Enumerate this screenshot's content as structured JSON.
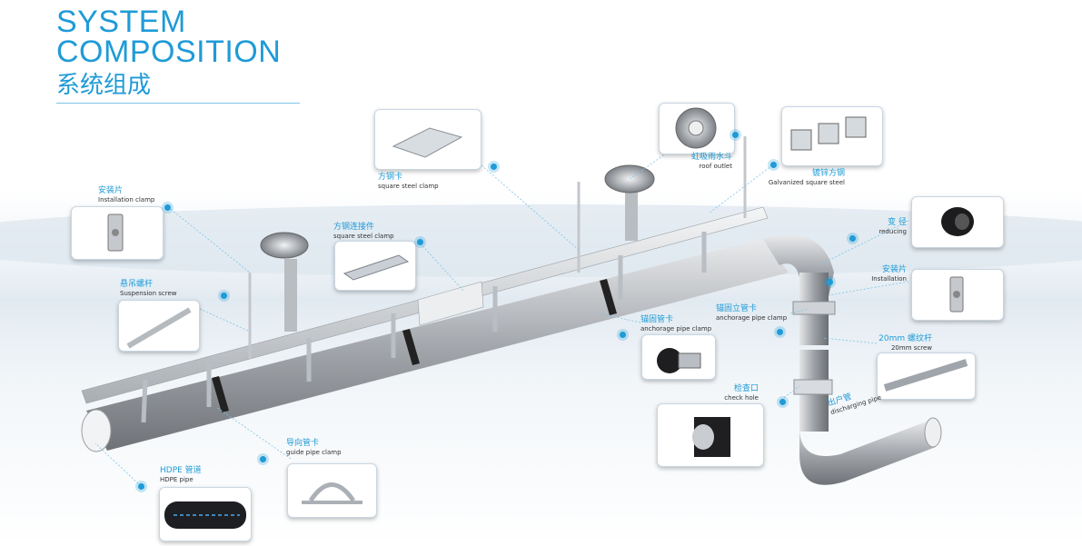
{
  "title": {
    "line1": "SYSTEM",
    "line2": "COMPOSITION",
    "cn": "系统组成"
  },
  "components": [
    {
      "id": "installation-clamp-left",
      "cn": "安装片",
      "en": "Installation clamp"
    },
    {
      "id": "suspension-screw",
      "cn": "悬吊螺杆",
      "en": "Suspension screw"
    },
    {
      "id": "square-steel-clamp",
      "cn": "方钢卡",
      "en": "square steel clamp"
    },
    {
      "id": "square-steel-connector",
      "cn": "方钢连接件",
      "en": "square steel clamp"
    },
    {
      "id": "roof-outlet",
      "cn": "虹吸雨水斗",
      "en": "roof outlet"
    },
    {
      "id": "galvanized-square-steel",
      "cn": "镀锌方钢",
      "en": "Galvanized square steel"
    },
    {
      "id": "reducing",
      "cn": "变  径",
      "en": "reducing"
    },
    {
      "id": "installation-clamp-right",
      "cn": "安装片",
      "en": "Installation"
    },
    {
      "id": "anchorage-riser-clamp",
      "cn": "锚固立管卡",
      "en": "anchorage pipe clamp"
    },
    {
      "id": "anchorage-pipe-clamp",
      "cn": "锚固管卡",
      "en": "anchorage pipe clamp"
    },
    {
      "id": "screw-20mm",
      "cn": "20mm 螺纹杆",
      "en": "20mm screw"
    },
    {
      "id": "check-hole",
      "cn": "检查口",
      "en": "check hole"
    },
    {
      "id": "discharging-pipe",
      "cn": "出户管",
      "en": "discharging pipe"
    },
    {
      "id": "guide-pipe-clamp",
      "cn": "导向管卡",
      "en": "guide pipe clamp"
    },
    {
      "id": "hdpe-pipe",
      "cn": "HDPE 管道",
      "en": "HDPE pipe"
    }
  ],
  "colors": {
    "accent": "#1f9bd7",
    "pipe": "#8f9398",
    "steel": "#c9ced4"
  }
}
